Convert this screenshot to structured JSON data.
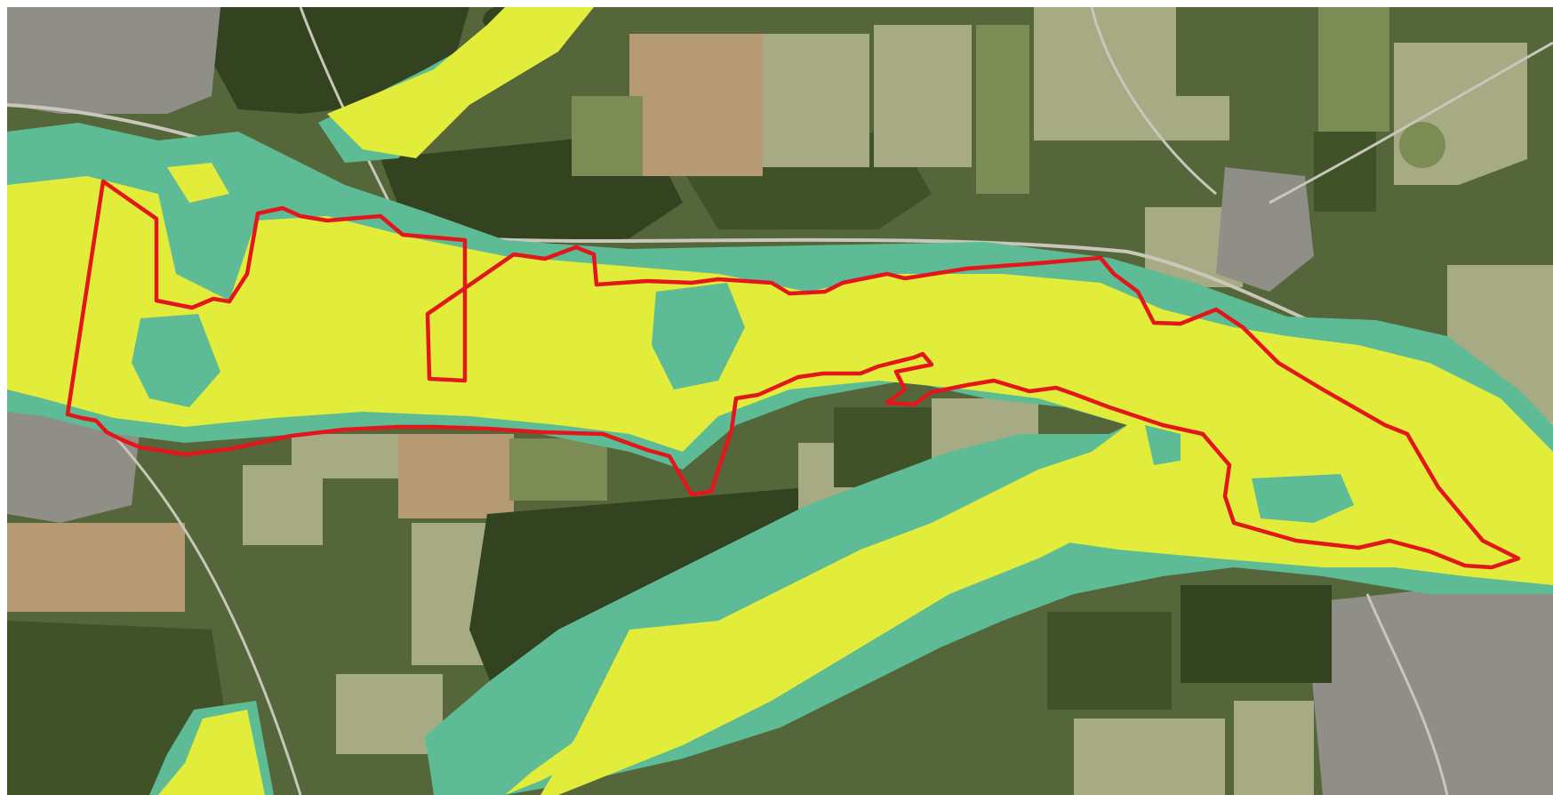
{
  "map": {
    "base_layer": "aerial-imagery",
    "colors": {
      "forest": "#33431f",
      "forest_mid": "#3f5228",
      "farmland_light": "#a7ab84",
      "farmland_green": "#7b8c55",
      "farmland_dark": "#55673a",
      "bare_field": "#b59a74",
      "village": "#8f8e87",
      "road": "#c9c6ba",
      "flood_zone_primary": "#e2ec3b",
      "flood_zone_secondary": "#5dbb95",
      "project_boundary": "#e3161b"
    },
    "layers": [
      {
        "id": "flood-zone-primary",
        "color": "#e2ec3b"
      },
      {
        "id": "flood-zone-secondary",
        "color": "#5dbb95"
      },
      {
        "id": "project-boundary",
        "color": "#e3161b"
      }
    ]
  }
}
